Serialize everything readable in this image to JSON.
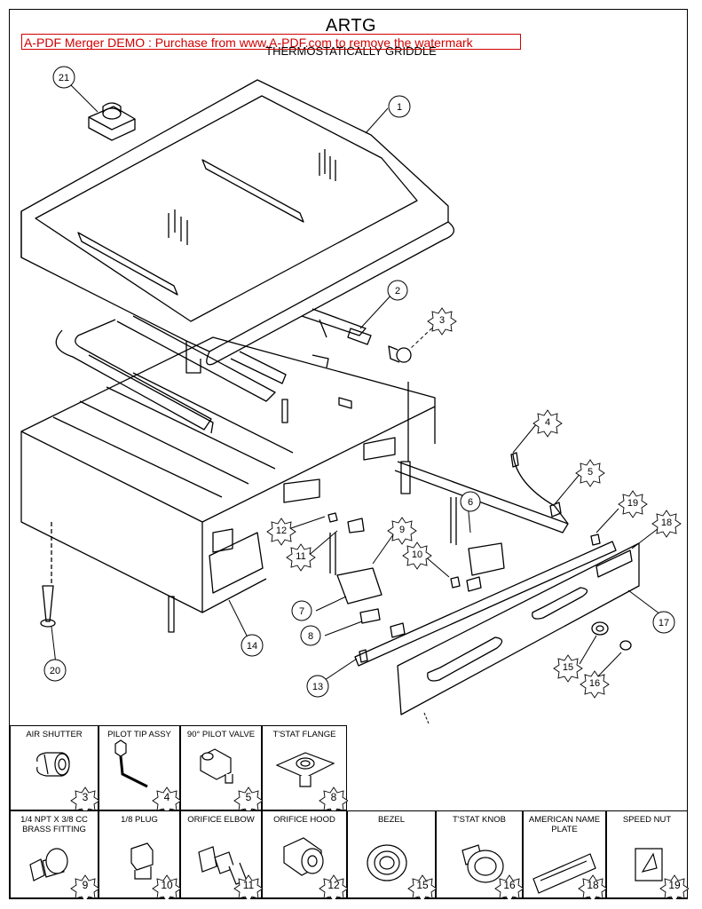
{
  "header": {
    "model": "ARTG",
    "title": "THERMOSTATICALLY GRIDDLE",
    "watermark": "A-PDF Merger DEMO : Purchase from www.A-PDF.com to remove the watermark"
  },
  "callouts": [
    {
      "n": "1"
    },
    {
      "n": "2"
    },
    {
      "n": "3"
    },
    {
      "n": "4"
    },
    {
      "n": "5"
    },
    {
      "n": "6"
    },
    {
      "n": "7"
    },
    {
      "n": "8"
    },
    {
      "n": "9"
    },
    {
      "n": "10"
    },
    {
      "n": "11"
    },
    {
      "n": "12"
    },
    {
      "n": "13"
    },
    {
      "n": "14"
    },
    {
      "n": "15"
    },
    {
      "n": "16"
    },
    {
      "n": "17"
    },
    {
      "n": "18"
    },
    {
      "n": "19"
    },
    {
      "n": "20"
    },
    {
      "n": "21"
    }
  ],
  "parts": [
    {
      "name": "AIR SHUTTER",
      "num": "3"
    },
    {
      "name": "PILOT TIP ASSY",
      "num": "4"
    },
    {
      "name": "90° PILOT VALVE",
      "num": "5"
    },
    {
      "name": "T'STAT FLANGE",
      "num": "8"
    },
    {
      "name": "1/4 npt x 3/8 cc BRASS FITTING",
      "num": "9"
    },
    {
      "name": "1/8 PLUG",
      "num": "10"
    },
    {
      "name": "ORIFICE ELBOW",
      "num": "11"
    },
    {
      "name": "ORIFICE HOOD",
      "num": "12"
    },
    {
      "name": "BEZEL",
      "num": "15"
    },
    {
      "name": "T'STAT KNOB",
      "num": "16"
    },
    {
      "name": "AMERICAN NAME PLATE",
      "num": "18"
    },
    {
      "name": "SPEED NUT",
      "num": "19"
    }
  ]
}
